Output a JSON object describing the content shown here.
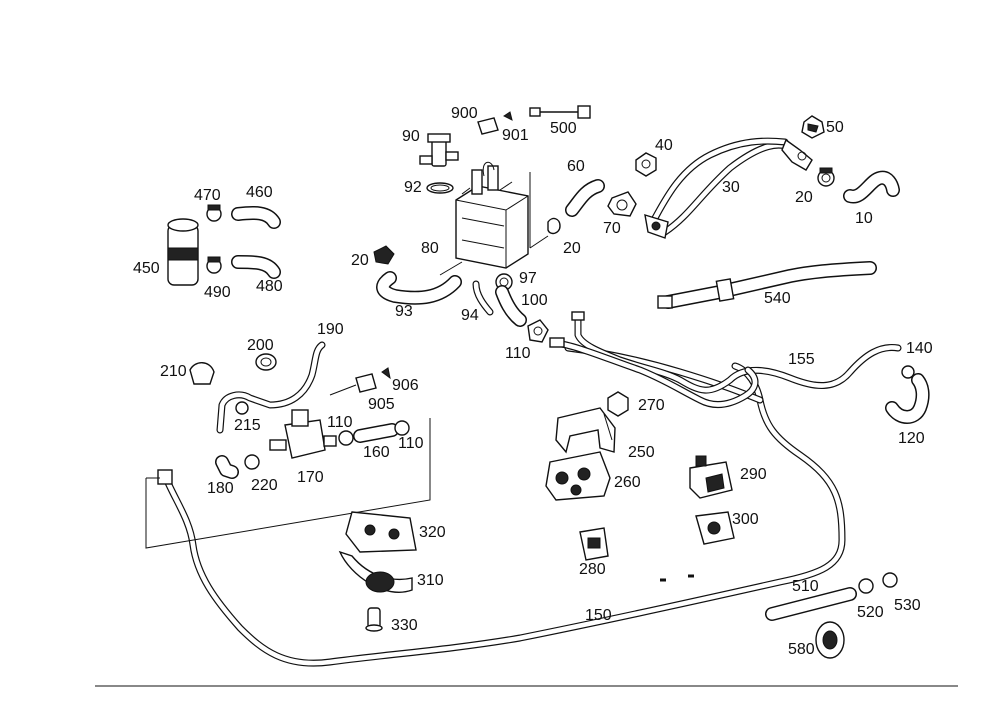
{
  "diagram": {
    "labels": {
      "p900": "900",
      "p901": "901",
      "p500": "500",
      "p90": "90",
      "p92": "92",
      "p40": "40",
      "p50": "50",
      "p60": "60",
      "p30": "30",
      "p70": "70",
      "p20_right": "20",
      "p10": "10",
      "p470": "470",
      "p460": "460",
      "p450": "450",
      "p490": "490",
      "p480": "480",
      "p80": "80",
      "p20_left": "20",
      "p20_mid": "20",
      "p97": "97",
      "p93": "93",
      "p94": "94",
      "p100": "100",
      "p540": "540",
      "p110_top": "110",
      "p155": "155",
      "p140": "140",
      "p190": "190",
      "p200": "200",
      "p210": "210",
      "p906": "906",
      "p905": "905",
      "p270": "270",
      "p215": "215",
      "p110_a": "110",
      "p110_b": "110",
      "p160": "160",
      "p120": "120",
      "p250": "250",
      "p180": "180",
      "p220": "220",
      "p170": "170",
      "p260": "260",
      "p290": "290",
      "p300": "300",
      "p320": "320",
      "p310": "310",
      "p280": "280",
      "p510": "510",
      "p520": "520",
      "p530": "530",
      "p150": "150",
      "p330": "330",
      "p580": "580"
    }
  }
}
